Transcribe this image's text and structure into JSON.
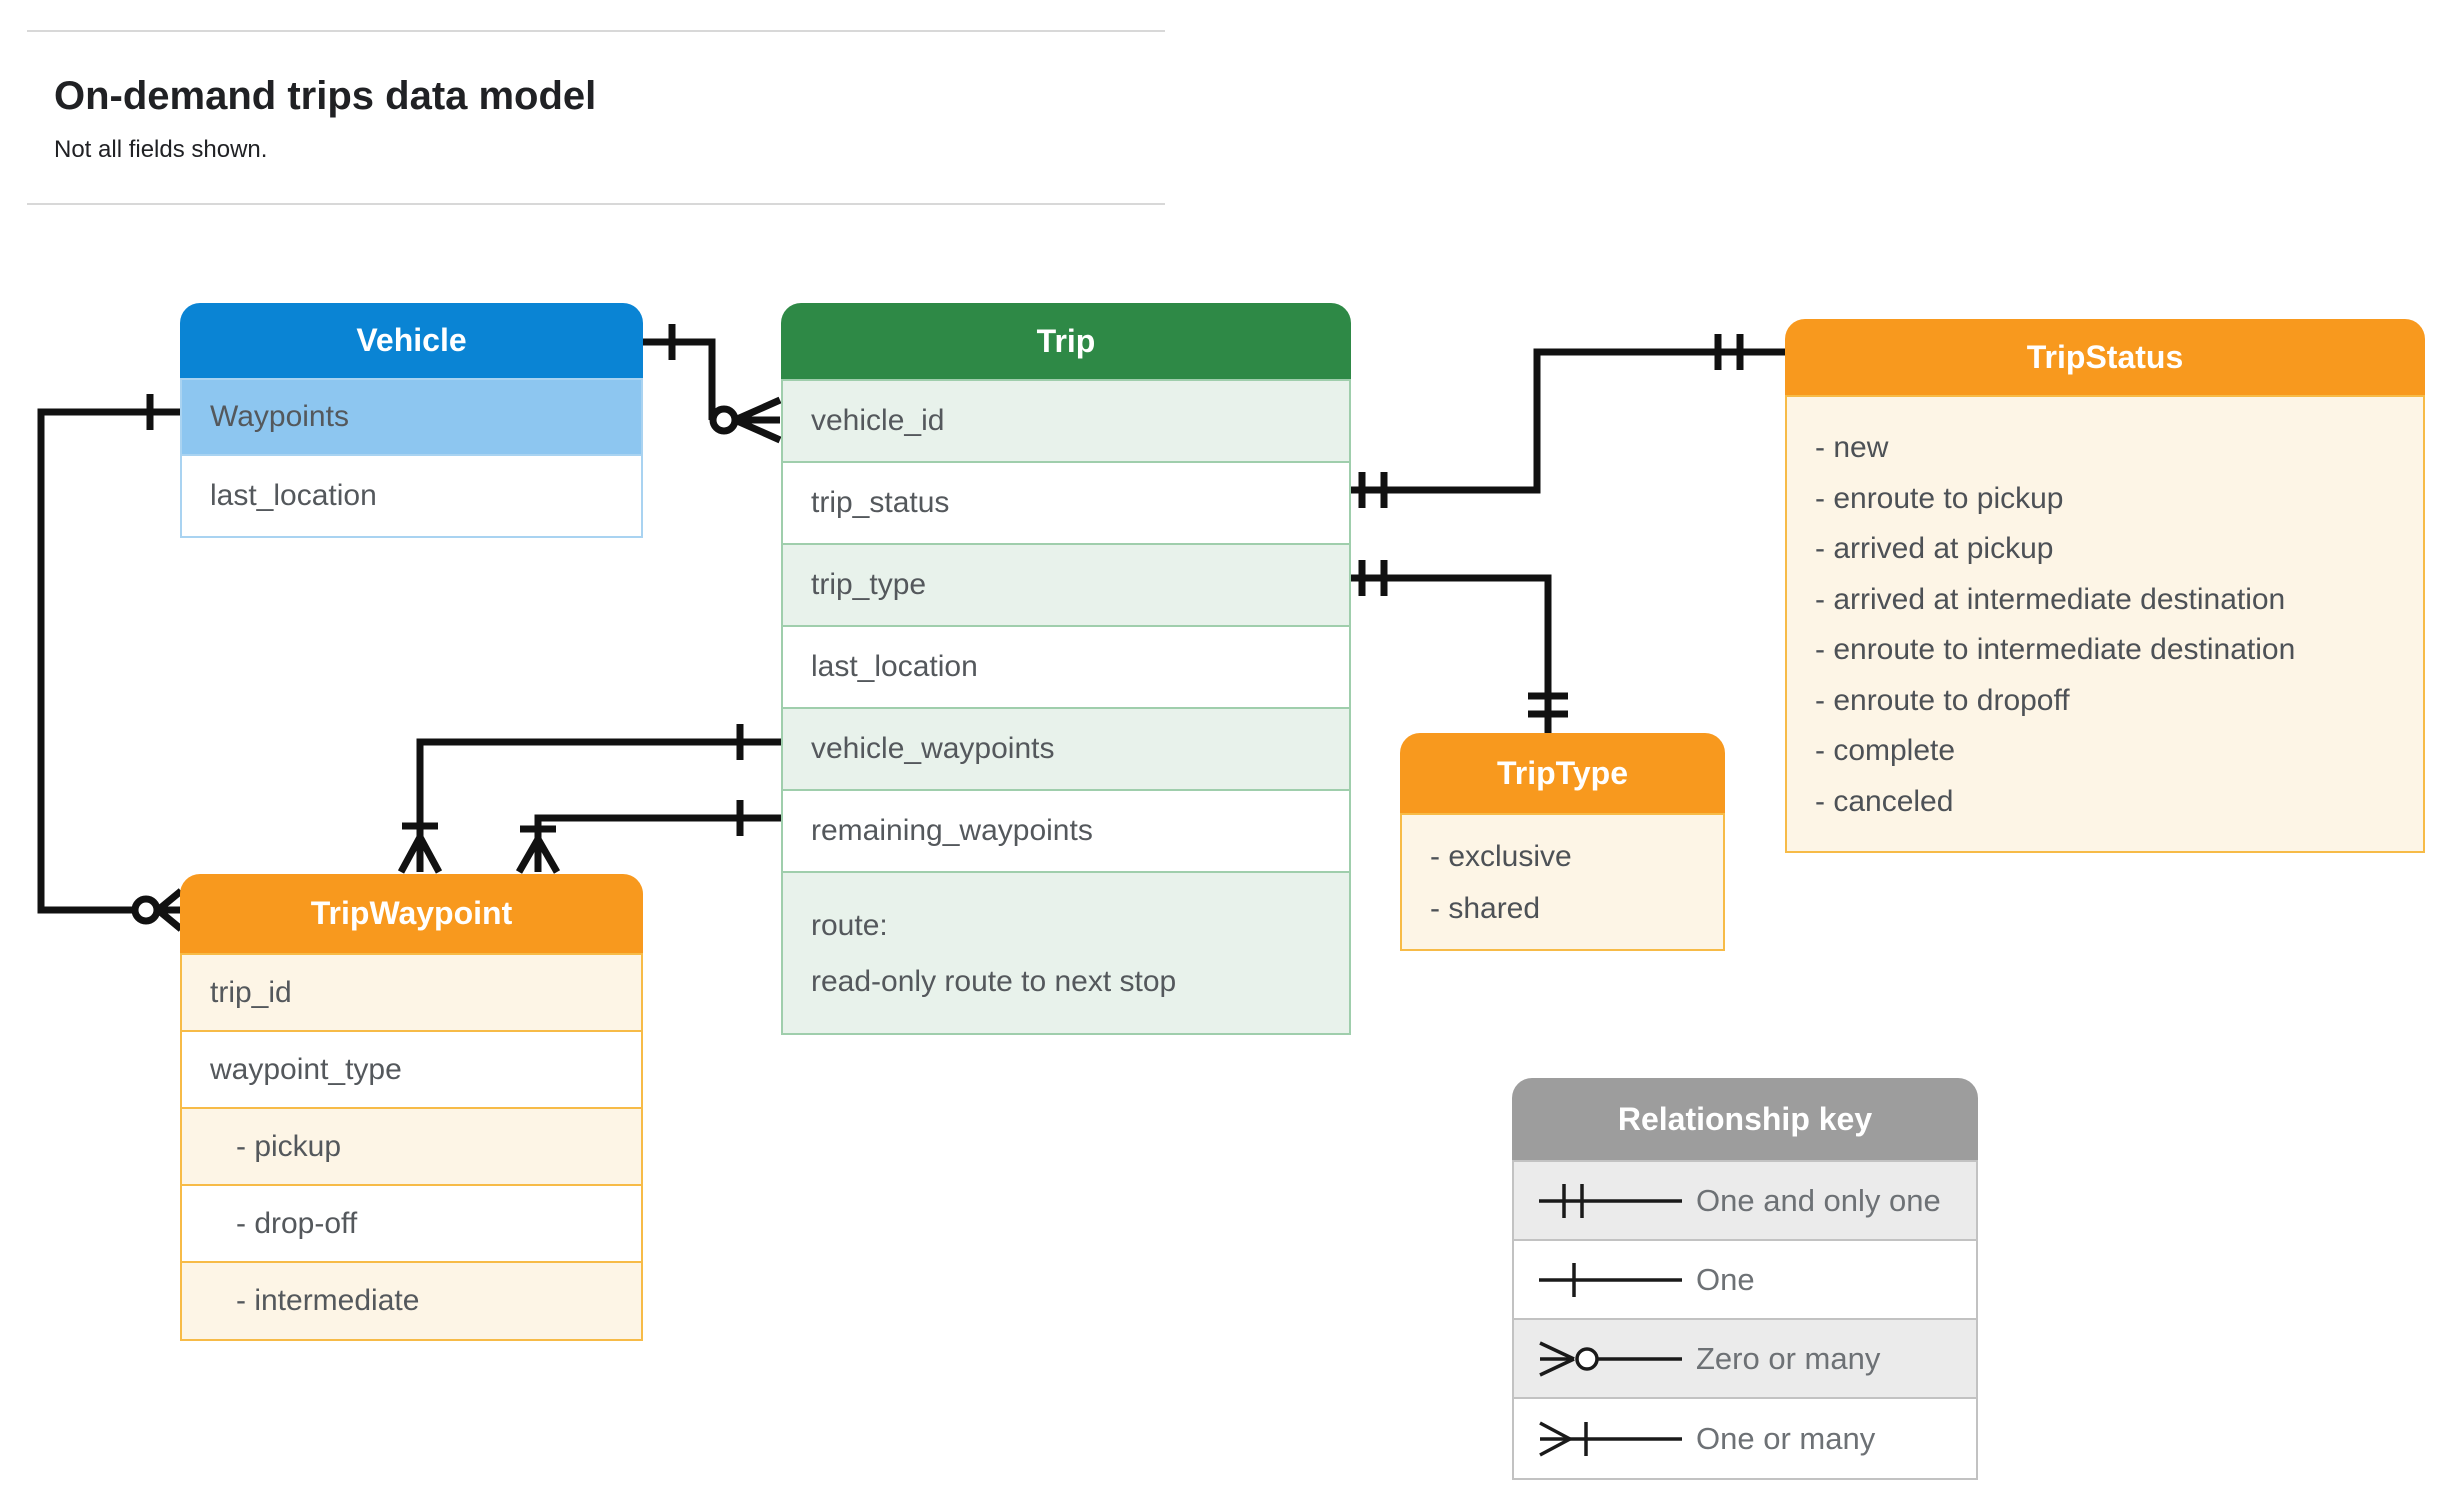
{
  "page": {
    "title": "On-demand trips data model",
    "subtitle": "Not all fields shown."
  },
  "tables": {
    "vehicle": {
      "title": "Vehicle",
      "rows": [
        {
          "label": "Waypoints"
        },
        {
          "label": "last_location"
        }
      ]
    },
    "trip": {
      "title": "Trip",
      "rows": [
        {
          "label": "vehicle_id"
        },
        {
          "label": "trip_status"
        },
        {
          "label": "trip_type"
        },
        {
          "label": "last_location"
        },
        {
          "label": "vehicle_waypoints"
        },
        {
          "label": "remaining_waypoints"
        },
        {
          "label": "route:",
          "sublabel": "read-only route to next stop"
        }
      ]
    },
    "trip_status": {
      "title": "TripStatus",
      "values": [
        "- new",
        "- enroute to pickup",
        "- arrived at pickup",
        "- arrived at intermediate destination",
        "- enroute to intermediate destination",
        "- enroute to dropoff",
        "- complete",
        "- canceled"
      ]
    },
    "trip_type": {
      "title": "TripType",
      "values": [
        "- exclusive",
        "- shared"
      ]
    },
    "trip_waypoint": {
      "title": "TripWaypoint",
      "rows": [
        {
          "label": "trip_id"
        },
        {
          "label": "waypoint_type"
        },
        {
          "label": "- pickup"
        },
        {
          "label": "- drop-off"
        },
        {
          "label": "- intermediate"
        }
      ]
    }
  },
  "legend": {
    "title": "Relationship key",
    "items": [
      {
        "symbol": "one-and-only-one",
        "label": "One and only one"
      },
      {
        "symbol": "one",
        "label": "One"
      },
      {
        "symbol": "zero-or-many",
        "label": "Zero or many"
      },
      {
        "symbol": "one-or-many",
        "label": "One or many"
      }
    ]
  },
  "relationships": [
    {
      "from": "Vehicle",
      "to": "Trip.vehicle_id",
      "from_cardinality": "one",
      "to_cardinality": "zero-or-many"
    },
    {
      "from": "TripWaypoint",
      "to": "Vehicle.Waypoints",
      "from_cardinality": "zero-or-many",
      "to_cardinality": "one"
    },
    {
      "from": "Trip.trip_status",
      "to": "TripStatus",
      "from_cardinality": "one-and-only-one",
      "to_cardinality": "one-and-only-one"
    },
    {
      "from": "Trip.trip_type",
      "to": "TripType",
      "from_cardinality": "one-and-only-one",
      "to_cardinality": "one-and-only-one"
    },
    {
      "from": "Trip.vehicle_waypoints",
      "to": "TripWaypoint",
      "from_cardinality": "one",
      "to_cardinality": "one-or-many"
    },
    {
      "from": "Trip.remaining_waypoints",
      "to": "TripWaypoint",
      "from_cardinality": "one",
      "to_cardinality": "one-or-many"
    }
  ],
  "colors": {
    "vehicle_header": "#0a84d4",
    "vehicle_row": "#8dc6f0",
    "vehicle_border": "#a9d3f1",
    "trip_header": "#2e8946",
    "trip_row": "#e8f2eb",
    "trip_border": "#9fceac",
    "orange_header": "#f8991e",
    "orange_row": "#fdf5e6",
    "orange_border": "#f7bb47",
    "legend_header": "#9d9d9d",
    "legend_row": "#ebebeb",
    "legend_border": "#c2c2c2",
    "connector": "#111111"
  }
}
